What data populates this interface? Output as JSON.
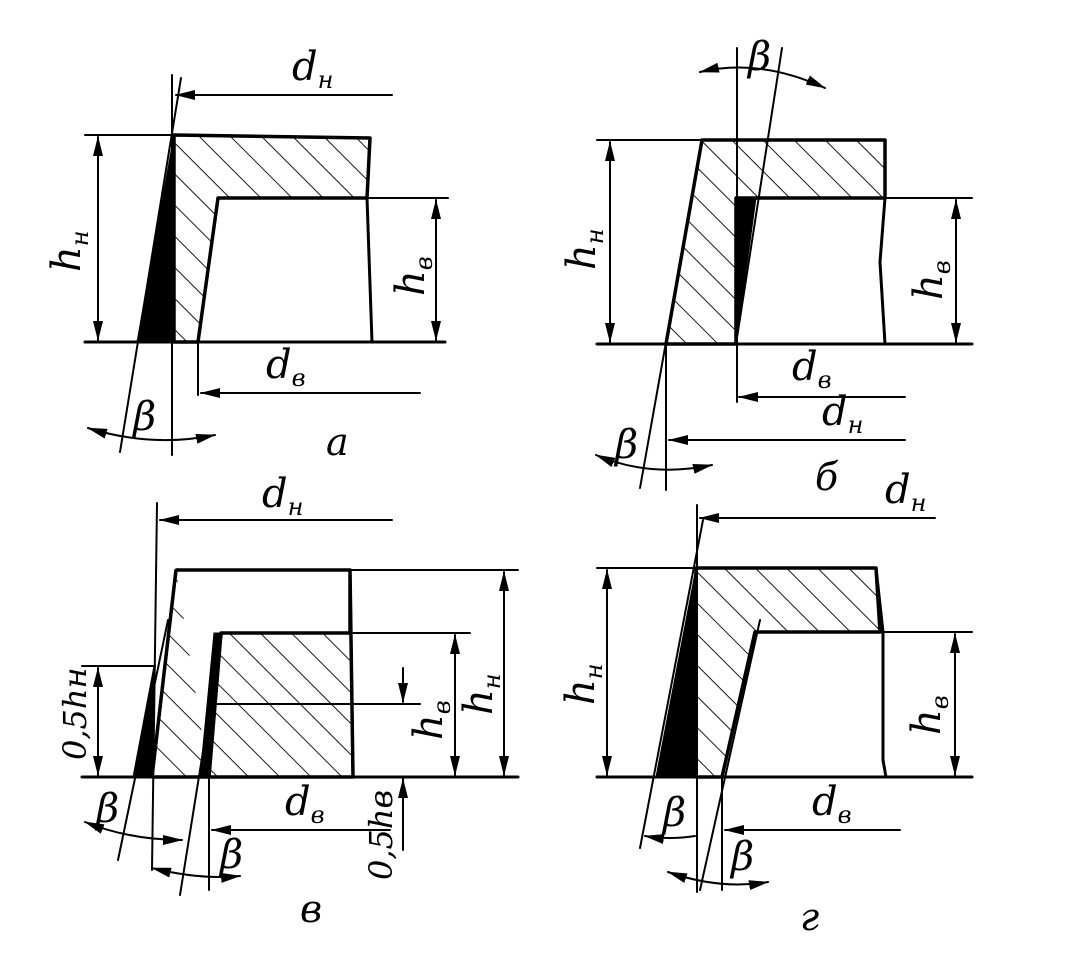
{
  "diagram": {
    "colors": {
      "ink": "#000000",
      "background": "#ffffff"
    },
    "symbols": {
      "d_outer_main": "d",
      "d_outer_sub": "н",
      "d_inner_main": "d",
      "d_inner_sub": "в",
      "h_outer_main": "h",
      "h_outer_sub": "н",
      "h_inner_main": "h",
      "h_inner_sub": "в",
      "angle": "β",
      "half_h_outer": "0,5hн",
      "half_h_inner": "0,5hв"
    },
    "panels": [
      {
        "id": "a",
        "caption": "а"
      },
      {
        "id": "b",
        "caption": "б"
      },
      {
        "id": "v",
        "caption": "в"
      },
      {
        "id": "g",
        "caption": "г"
      }
    ]
  }
}
